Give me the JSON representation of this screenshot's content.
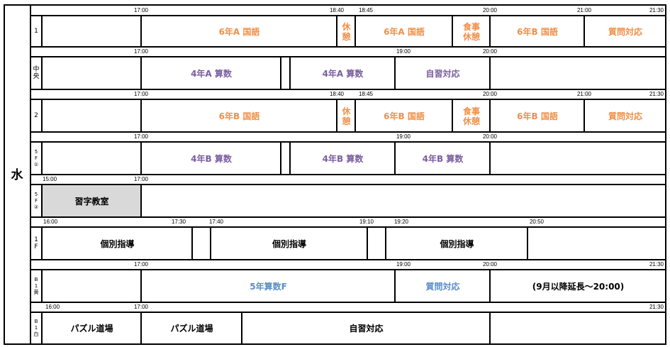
{
  "day": "水",
  "colors": {
    "orange": "#f0904a",
    "purple": "#7a5ea0",
    "blue": "#5b8cc8",
    "gray": "#d9d9d9"
  },
  "rooms": [
    {
      "label": "1",
      "times": [
        "17:00",
        "18:40",
        "18:45",
        "20:00",
        "21:00",
        "21:30"
      ],
      "cells": [
        "",
        "6年A 国語",
        "休憩",
        "6年A 国語",
        "食事休憩",
        "6年B 国語",
        "質問対応"
      ]
    },
    {
      "label": "中央",
      "times": [
        "17:00",
        "19:00",
        "20:00"
      ],
      "cells": [
        "",
        "4年A 算数",
        "",
        "4年A 算数",
        "自習対応",
        ""
      ]
    },
    {
      "label": "2",
      "times": [
        "17:00",
        "18:40",
        "18:45",
        "20:00",
        "21:00",
        "21:30"
      ],
      "cells": [
        "",
        "6年B 国語",
        "休憩",
        "6年B 国語",
        "食事休憩",
        "6年B 国語",
        "質問対応"
      ]
    },
    {
      "label": "5F①",
      "times": [
        "17:00",
        "19:00",
        "20:00"
      ],
      "cells": [
        "",
        "4年B 算数",
        "",
        "4年B 算数",
        "4年B 算数",
        ""
      ]
    },
    {
      "label": "5F②",
      "times": [
        "15:00",
        "17:00"
      ],
      "cells": [
        "習字教室",
        ""
      ]
    },
    {
      "label": "1F",
      "times": [
        "16:00",
        "17:30",
        "17:40",
        "19:10",
        "19:20",
        "20:50"
      ],
      "cells": [
        "個別指導",
        "",
        "個別指導",
        "",
        "個別指導",
        ""
      ]
    },
    {
      "label": "B1黄",
      "times": [
        "17:00",
        "19:00",
        "20:00",
        "21:30"
      ],
      "cells": [
        "",
        "5年算数F",
        "質問対応",
        "(9月以降延長～20:00)"
      ]
    },
    {
      "label": "B1白",
      "times": [
        "16:00",
        "17:00",
        "21:30"
      ],
      "cells": [
        "パズル道場",
        "パズル道場",
        "自習対応",
        ""
      ]
    }
  ]
}
